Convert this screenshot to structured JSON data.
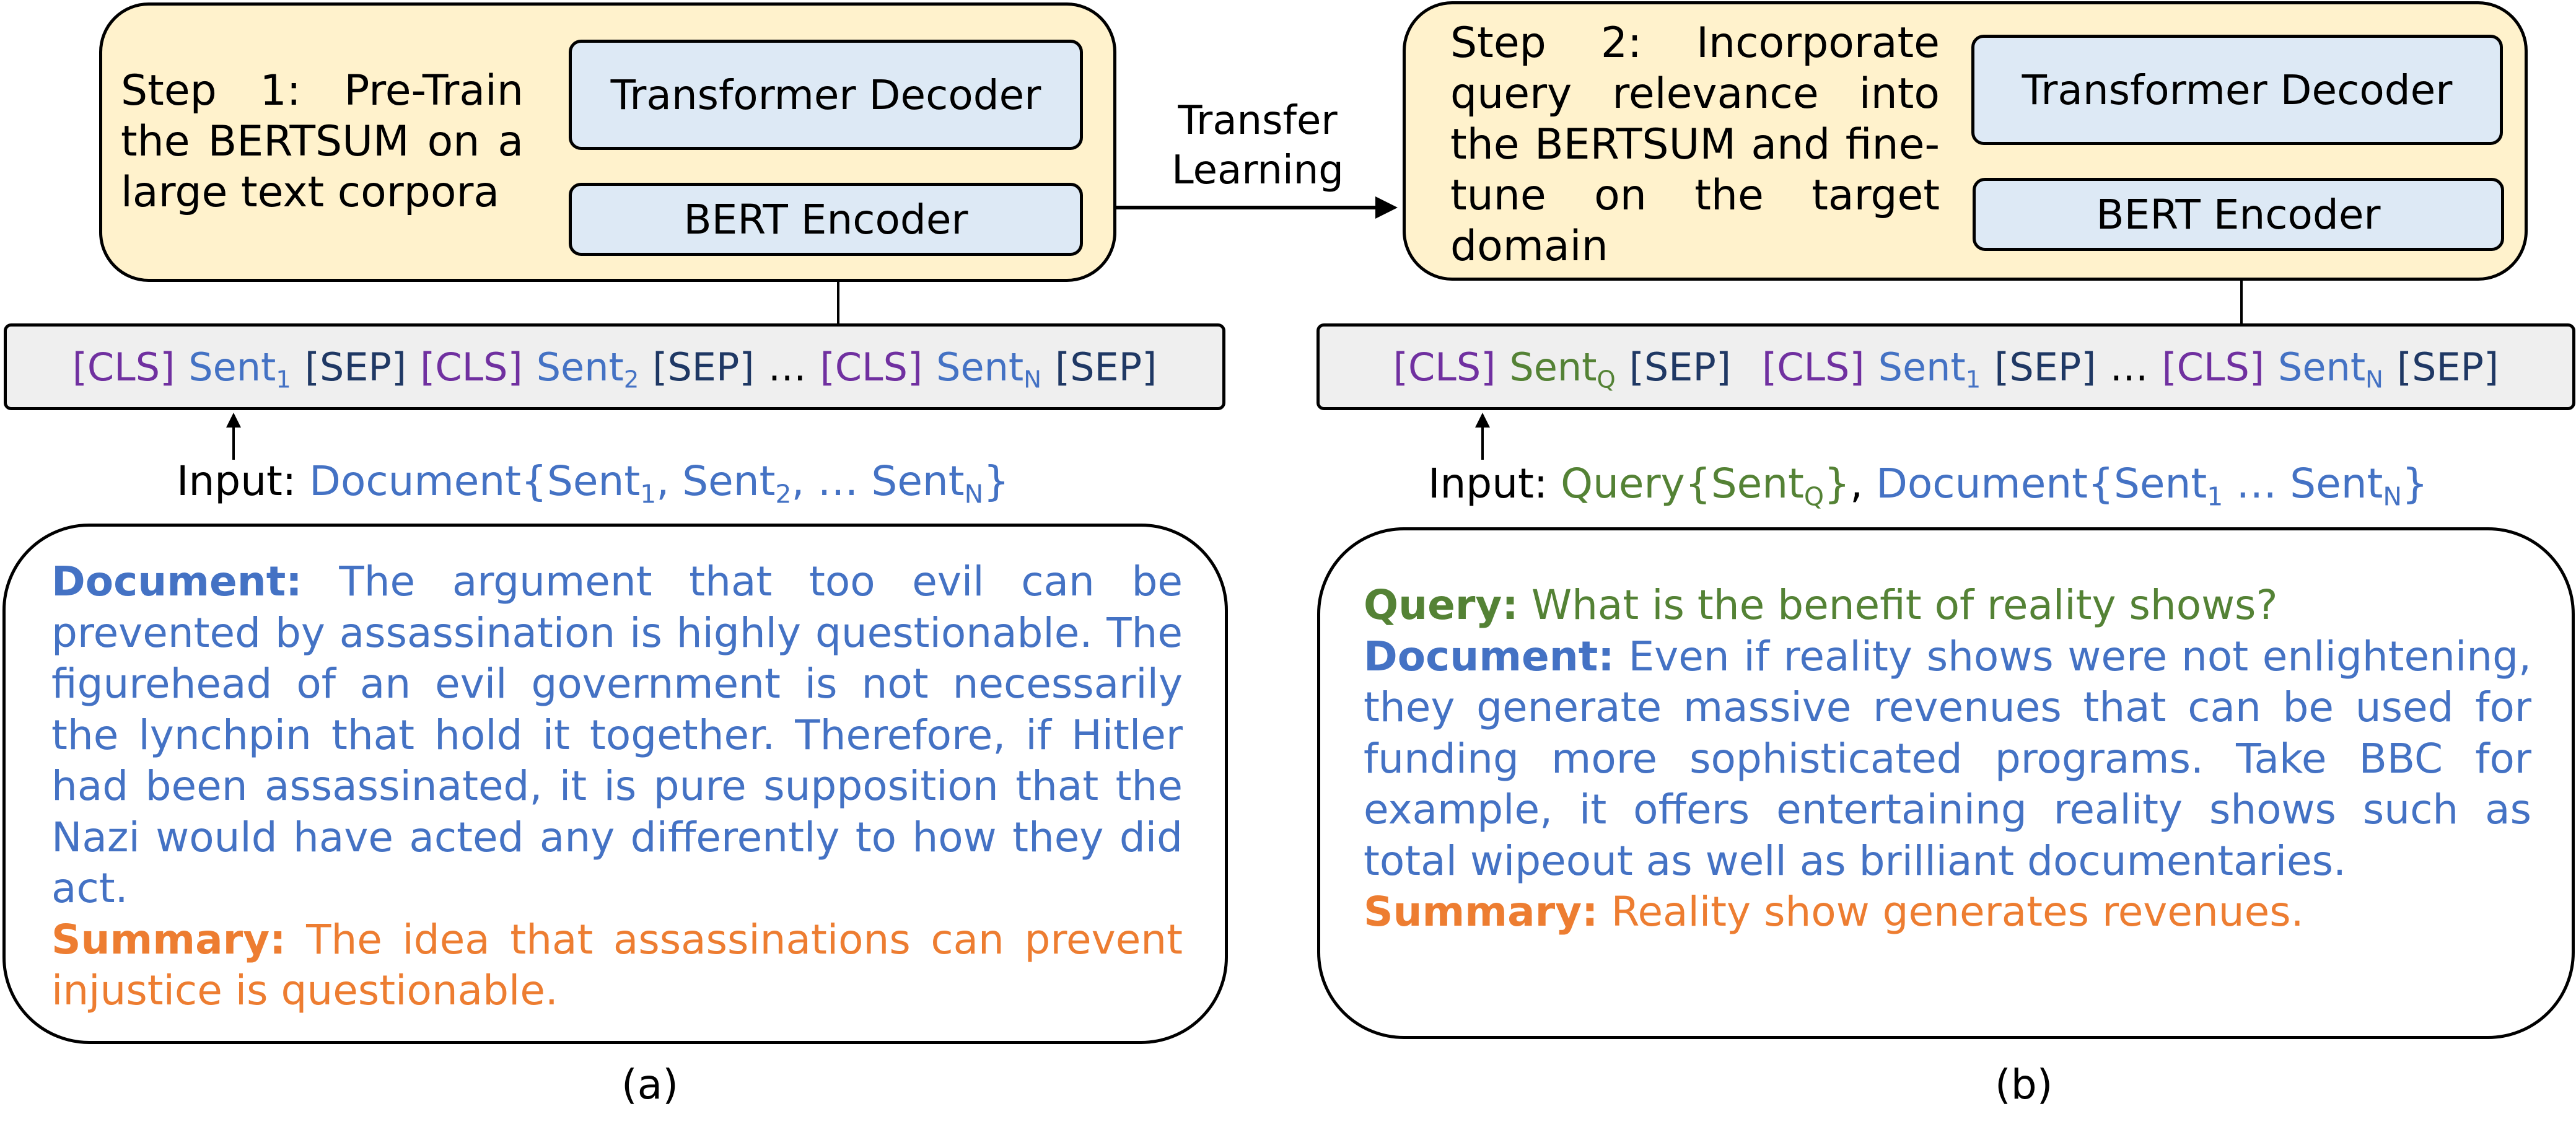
{
  "panel_a": {
    "step_text": "Step 1: Pre-Train the BERTSUM on a large text corpora",
    "decoder_label": "Transformer Decoder",
    "encoder_label": "BERT Encoder",
    "sequence": {
      "cls": "[CLS]",
      "sep": "[SEP]",
      "ellipsis": "…",
      "sent_word": "Sent",
      "sub1": "1",
      "sub2": "2",
      "subN": "N"
    },
    "input": {
      "prefix": "Input:",
      "doc_open": "Document{Sent",
      "sub1": "1",
      "sep1": ", Sent",
      "sub2": "2",
      "sep2": ", … Sent",
      "subN": "N",
      "close": "}"
    },
    "example": {
      "doc_label": "Document:",
      "doc_text": "The argument that too evil can be prevented by assassination is highly questionable. The figurehead of an evil government is not necessarily the lynchpin that hold it together. Therefore, if Hitler had been assassinated, it is pure supposition that the Nazi would have acted any differently to how they did act.",
      "sum_label": "Summary:",
      "sum_text": "The idea that assassinations can prevent injustice is questionable."
    },
    "caption": "(a)"
  },
  "transfer_label": {
    "line1": "Transfer",
    "line2": "Learning"
  },
  "panel_b": {
    "step_text": "Step 2: Incorporate query relevance into the BERTSUM and fine-tune on the target domain",
    "decoder_label": "Transformer Decoder",
    "encoder_label": "BERT Encoder",
    "sequence": {
      "cls": "[CLS]",
      "sep": "[SEP]",
      "ellipsis": "…",
      "sent_word": "Sent",
      "subQ": "Q",
      "sub1": "1",
      "subN": "N"
    },
    "input": {
      "prefix": "Input:",
      "query_open": "Query{Sent",
      "subQ": "Q",
      "query_close": "}",
      "comma": ",",
      "doc_open": "Document{Sent",
      "sub1": "1",
      "sep": " … Sent",
      "subN": "N",
      "doc_close": "}"
    },
    "example": {
      "query_label": "Query:",
      "query_text": "What is the benefit of reality shows?",
      "doc_label": "Document:",
      "doc_text": "Even if reality shows were not enlightening, they generate massive revenues that can be used for funding more sophisticated programs. Take BBC for example, it offers entertaining reality shows such as total wipeout as well as brilliant documentaries.",
      "sum_label": "Summary:",
      "sum_text": "Reality show generates revenues."
    },
    "caption": "(b)"
  }
}
